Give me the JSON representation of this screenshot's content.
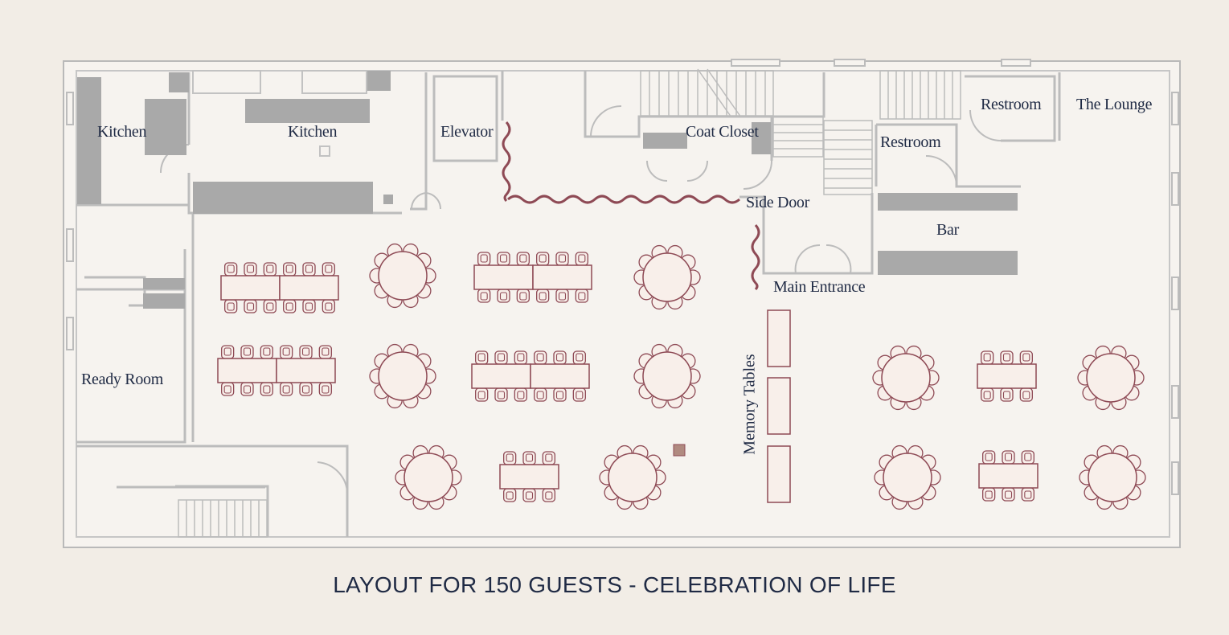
{
  "labels": {
    "kitchen_1": "Kitchen",
    "kitchen_2": "Kitchen",
    "elevator": "Elevator",
    "coat_closet": "Coat Closet",
    "restroom_1": "Restroom",
    "restroom_2": "Restroom",
    "lounge": "The Lounge",
    "side_door": "Side Door",
    "bar": "Bar",
    "main_entrance": "Main Entrance",
    "ready_room": "Ready Room",
    "memory_tables": "Memory Tables"
  },
  "caption": "LAYOUT FOR 150 GUESTS - CELEBRATION OF LIFE",
  "colors": {
    "background": "#f2ede6",
    "floor": "#f6f3ef",
    "wall": "#b9b9b9",
    "fixture": "#a9a9a9",
    "furniture_stroke": "#8e4a55",
    "furniture_fill": "#f8efea",
    "text": "#1f2a44"
  }
}
